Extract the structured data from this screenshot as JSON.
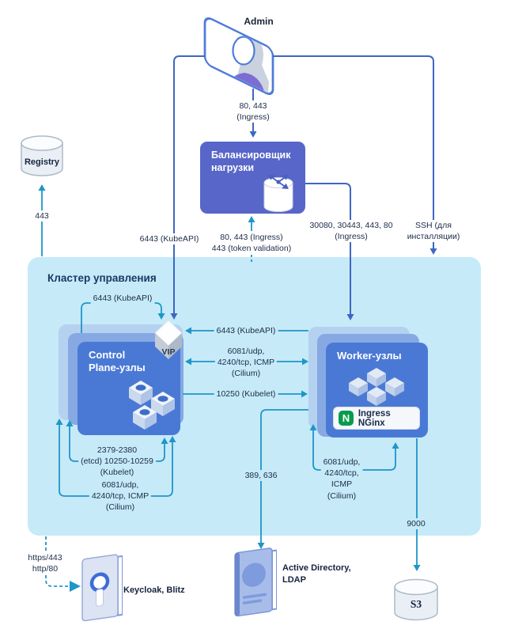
{
  "admin": {
    "label": "Admin"
  },
  "registry": {
    "label": "Registry"
  },
  "load_balancer": {
    "title": [
      "Балансировщик",
      "нагрузки"
    ]
  },
  "cluster": {
    "title": "Кластер управления"
  },
  "vip": {
    "label": "VIP"
  },
  "control_plane": {
    "title": [
      "Control",
      "Plane-узлы"
    ]
  },
  "workers": {
    "title": "Worker-узлы",
    "ingress_badge": "Ingress NGinx",
    "nginx_letter": "N"
  },
  "keycloak": {
    "label": "Keycloak, Blitz"
  },
  "active_directory": {
    "label": [
      "Active Directory,",
      "LDAP"
    ]
  },
  "s3": {
    "label": "S3"
  },
  "edges": {
    "registry_443": [
      "443"
    ],
    "admin_kubeapi": [
      "6443 (KubeAPI)"
    ],
    "admin_lb": [
      "80, 443",
      "(Ingress)"
    ],
    "cluster_lb": [
      "80, 443 (Ingress)",
      "443 (token validation)"
    ],
    "lb_workers": [
      "30080, 30443, 443, 80",
      "(Ingress)"
    ],
    "ssh": [
      "SSH (для",
      "инсталляции)"
    ],
    "cp_vip_kubeapi": [
      "6443 (KubeAPI)"
    ],
    "workers_vip_kubeapi": [
      "6443 (KubeAPI)"
    ],
    "cilium_mid": [
      "6081/udp,",
      "4240/tcp, ICMP",
      "(Cilium)"
    ],
    "kubelet": [
      "10250 (Kubelet)"
    ],
    "cp_etcd_kubelet": [
      "2379-2380",
      "(etcd) 10250-10259",
      "(Kubelet)"
    ],
    "cp_cilium": [
      "6081/udp,",
      "4240/tcp, ICMP",
      "(Cilium)"
    ],
    "workers_cilium": [
      "6081/udp,",
      "4240/tcp,",
      "ICMP",
      "(Cilium)"
    ],
    "ldap_ports": [
      "389, 636"
    ],
    "s3_port": [
      "9000"
    ],
    "keycloak_ports": [
      "https/443",
      "http/80"
    ]
  },
  "colors": {
    "cluster_bg": "#C6EAF8",
    "node_front": "#4A79D5",
    "load_balancer": "#5766C8",
    "arrow_dark": "#3E66C4",
    "arrow_cyan": "#1E96C9",
    "nginx_green": "#089B4C"
  }
}
